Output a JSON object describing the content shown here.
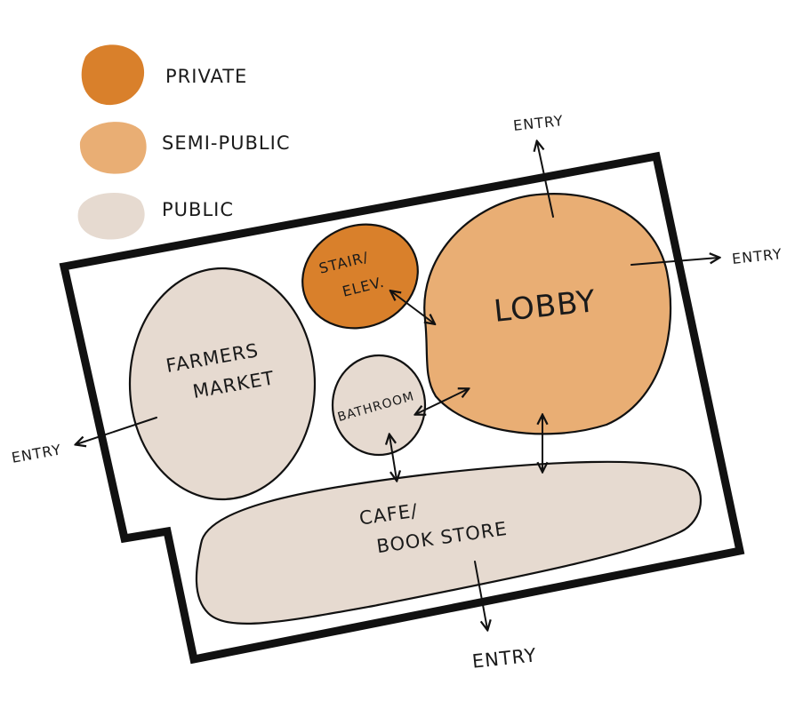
{
  "legend": {
    "items": [
      {
        "label": "PRIVATE",
        "color": "#D9802B"
      },
      {
        "label": "SEMI-PUBLIC",
        "color": "#E9AE74"
      },
      {
        "label": "PUBLIC",
        "color": "#E6DAD0"
      }
    ]
  },
  "spaces": {
    "stair": {
      "line1": "STAIR/",
      "line2": "ELEV.",
      "zone": "private"
    },
    "lobby": {
      "label": "LOBBY",
      "zone": "semi-public"
    },
    "farmers_market": {
      "line1": "FARMERS",
      "line2": "MARKET",
      "zone": "public"
    },
    "bathroom": {
      "label": "BATHROOM",
      "zone": "public"
    },
    "cafe": {
      "line1": "CAFE/",
      "line2": "BOOK STORE",
      "zone": "public"
    }
  },
  "entries": {
    "top": "ENTRY",
    "right": "ENTRY",
    "left": "ENTRY",
    "bottom": "ENTRY"
  }
}
